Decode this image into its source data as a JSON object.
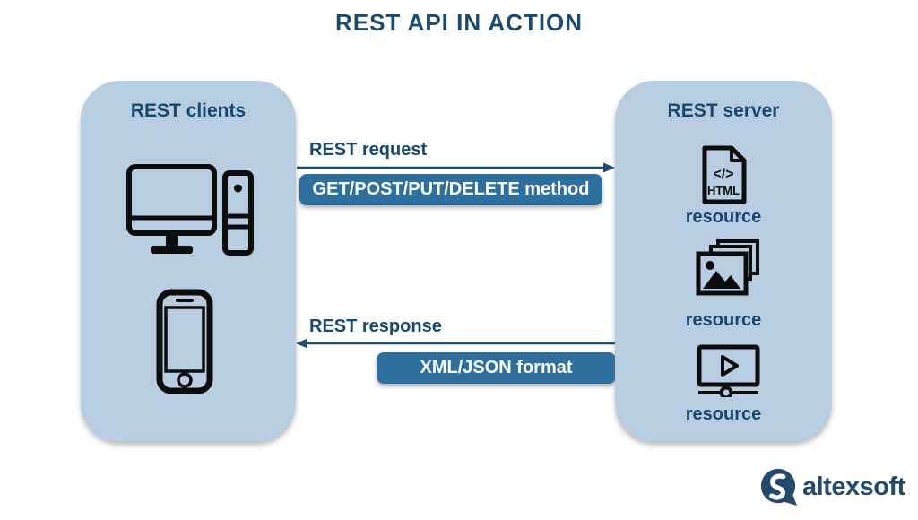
{
  "title": "REST API IN ACTION",
  "clients_panel": {
    "title": "REST clients",
    "icons": [
      "desktop-computer",
      "smartphone"
    ]
  },
  "server_panel": {
    "title": "REST server",
    "resources": [
      {
        "icon": "html-file",
        "label": "resource"
      },
      {
        "icon": "image-stack",
        "label": "resource"
      },
      {
        "icon": "video-player",
        "label": "resource"
      }
    ]
  },
  "request_flow": {
    "label": "REST request",
    "badge": "GET/POST/PUT/DELETE method",
    "direction": "right"
  },
  "response_flow": {
    "label": "REST response",
    "badge": "XML/JSON format",
    "direction": "left"
  },
  "logo": {
    "text": "altexsoft"
  },
  "html_file_icon_text": {
    "code": "</>",
    "name": "HTML"
  },
  "colors": {
    "panel_bg": "#b9cde2",
    "badge_bg": "#2f6f9e",
    "badge_text": "#ffffff",
    "heading_text": "#15496e",
    "title_text": "#1a4a70",
    "arrow": "#1f4d72",
    "icon_stroke": "#0d0d0d",
    "logo_navy": "#25496b",
    "background": "#ffffff"
  }
}
